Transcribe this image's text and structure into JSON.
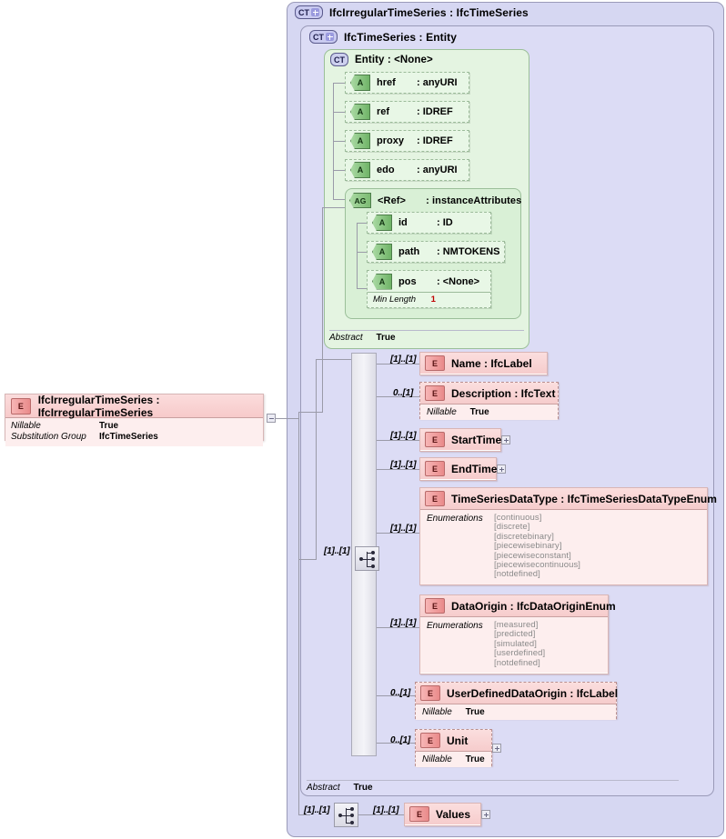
{
  "diagram": {
    "title": "IfcIrregularTimeSeries XSD structure diagram",
    "colors": {
      "container_fill": "#d6d7f2",
      "attribute_fill": "#e8f7e6",
      "element_fill": "#fdeeee",
      "facet_value_red": "#c00000"
    }
  },
  "root_element": {
    "icon": "element-icon",
    "icon_label": "E",
    "title": "IfcIrregularTimeSeries : IfcIrregularTimeSeries",
    "facets": [
      {
        "label": "Nillable",
        "value": "True"
      },
      {
        "label": "Substitution Group",
        "value": "IfcTimeSeries"
      }
    ]
  },
  "outer_type": {
    "icon": "complextype-icon",
    "icon_label": "CT",
    "title": "IfcIrregularTimeSeries : IfcTimeSeries"
  },
  "inner_type": {
    "icon": "complextype-icon",
    "icon_label": "CT",
    "title": "IfcTimeSeries : Entity"
  },
  "entity_type": {
    "icon": "complextype-icon",
    "icon_label": "CT",
    "title": "Entity      : <None>",
    "abstract": {
      "label": "Abstract",
      "value": "True"
    },
    "attributes": [
      {
        "icon_label": "A",
        "name": "href",
        "type": ": anyURI"
      },
      {
        "icon_label": "A",
        "name": "ref",
        "type": ": IDREF"
      },
      {
        "icon_label": "A",
        "name": "proxy",
        "type": ": IDREF"
      },
      {
        "icon_label": "A",
        "name": "edo",
        "type": ": anyURI"
      }
    ],
    "attribute_group": {
      "icon_label": "AG",
      "name": "<Ref>",
      "type": ": instanceAttributes",
      "attributes": [
        {
          "icon_label": "A",
          "name": "id",
          "type": ": ID"
        },
        {
          "icon_label": "A",
          "name": "path",
          "type": ": NMTOKENS"
        },
        {
          "icon_label": "A",
          "name": "pos",
          "type": ": <None>",
          "facet": {
            "label": "Min Length",
            "value": "1"
          }
        }
      ]
    }
  },
  "inner_type_abstract": {
    "label": "Abstract",
    "value": "True"
  },
  "sequence": {
    "icon": "sequence-compositor-icon",
    "cardinality": "[1]..[1]"
  },
  "elements": [
    {
      "icon_label": "E",
      "title": "Name        : IfcLabel",
      "cardinality": "[1]..[1]",
      "dashed": false,
      "expander": null,
      "facets": [],
      "enumerations": []
    },
    {
      "icon_label": "E",
      "title": "Description : IfcText",
      "cardinality": "0..[1]",
      "dashed": true,
      "expander": null,
      "facets": [
        {
          "label": "Nillable",
          "value": "True"
        }
      ],
      "enumerations": []
    },
    {
      "icon_label": "E",
      "title": "StartTime",
      "cardinality": "[1]..[1]",
      "dashed": false,
      "expander": "plus",
      "facets": [],
      "enumerations": []
    },
    {
      "icon_label": "E",
      "title": "EndTime",
      "cardinality": "[1]..[1]",
      "dashed": false,
      "expander": "plus",
      "facets": [],
      "enumerations": []
    },
    {
      "icon_label": "E",
      "title": "TimeSeriesDataType : IfcTimeSeriesDataTypeEnum",
      "cardinality": "[1]..[1]",
      "dashed": false,
      "expander": null,
      "facets": [],
      "enumerations_label": "Enumerations",
      "enumerations": [
        "[continuous]",
        "[discrete]",
        "[discretebinary]",
        "[piecewisebinary]",
        "[piecewiseconstant]",
        "[piecewisecontinuous]",
        "[notdefined]"
      ]
    },
    {
      "icon_label": "E",
      "title": "DataOrigin : IfcDataOriginEnum",
      "cardinality": "[1]..[1]",
      "dashed": false,
      "expander": null,
      "facets": [],
      "enumerations_label": "Enumerations",
      "enumerations": [
        "[measured]",
        "[predicted]",
        "[simulated]",
        "[userdefined]",
        "[notdefined]"
      ]
    },
    {
      "icon_label": "E",
      "title": "UserDefinedDataOrigin : IfcLabel",
      "cardinality": "0..[1]",
      "dashed": true,
      "expander": null,
      "facets": [
        {
          "label": "Nillable",
          "value": "True"
        }
      ],
      "enumerations": []
    },
    {
      "icon_label": "E",
      "title": "Unit",
      "cardinality": "0..[1]",
      "dashed": true,
      "expander": "plus",
      "facets": [
        {
          "label": "Nillable",
          "value": "True"
        }
      ],
      "enumerations": []
    }
  ],
  "values_branch": {
    "sequence_cardinality": "[1]..[1]",
    "element_cardinality": "[1]..[1]",
    "element": {
      "icon_label": "E",
      "title": "Values",
      "expander": "plus"
    }
  }
}
